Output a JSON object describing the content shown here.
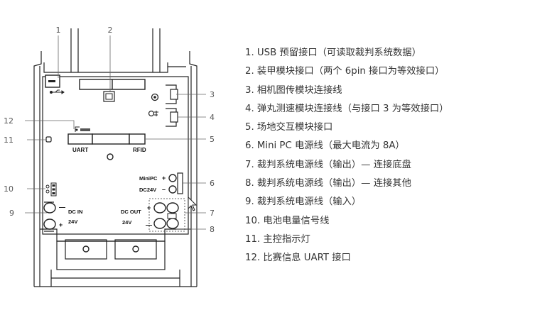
{
  "callouts": [
    "1",
    "2",
    "3",
    "4",
    "5",
    "6",
    "7",
    "8",
    "9",
    "10",
    "11",
    "12"
  ],
  "board_labels": {
    "uart": "UART",
    "rfid": "RFID",
    "minipc": "MiniPC",
    "dc24v": "DC24V",
    "dc_in": "DC IN",
    "dc_in_v": "24V",
    "dc_out": "DC OUT",
    "dc_out_v": "24V",
    "plus": "+",
    "minus": "—",
    "minus_short": "–"
  },
  "legend": [
    "1. USB 预留接口（可读取裁判系统数据）",
    "2. 装甲模块接口（两个 6pin 接口为等效接口）",
    "3. 相机图传模块连接线",
    "4. 弹丸测速模块连接线（与接口 3 为等效接口）",
    "5. 场地交互模块接口",
    "6. Mini PC 电源线（最大电流为 8A）",
    "7. 裁判系统电源线（输出）— 连接底盘",
    "8. 裁判系统电源线（输出）— 连接其他",
    "9. 裁判系统电源线（输入）",
    "10. 电池电量信号线",
    "11. 主控指示灯",
    "12. 比赛信息 UART 接口"
  ]
}
